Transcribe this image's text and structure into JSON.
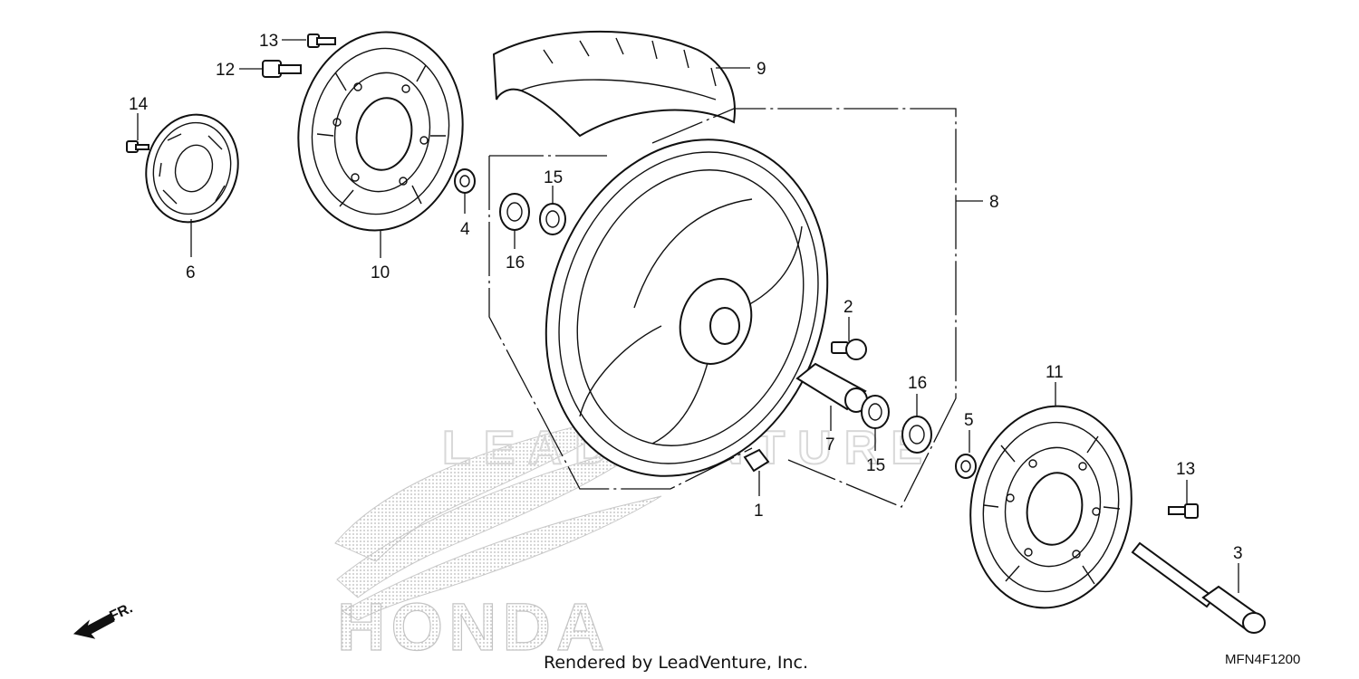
{
  "labels": {
    "l1": "1",
    "l2": "2",
    "l3": "3",
    "l4": "4",
    "l5": "5",
    "l6": "6",
    "l7": "7",
    "l8": "8",
    "l9": "9",
    "l10": "10",
    "l11": "11",
    "l12": "12",
    "l13a": "13",
    "l13b": "13",
    "l14": "14",
    "l15a": "15",
    "l15b": "15",
    "l16a": "16",
    "l16b": "16"
  },
  "direction": {
    "text": "FR."
  },
  "watermark": {
    "text": "LEADVENTURE"
  },
  "logo": {
    "brand": "HONDA"
  },
  "footer": {
    "rendered_by": "Rendered by LeadVenture, Inc.",
    "diagram_code": "MFN4F1200"
  },
  "colors": {
    "line": "#111111",
    "watermark": "#d8d8d8",
    "logo_dots": "#bdbdbd"
  }
}
